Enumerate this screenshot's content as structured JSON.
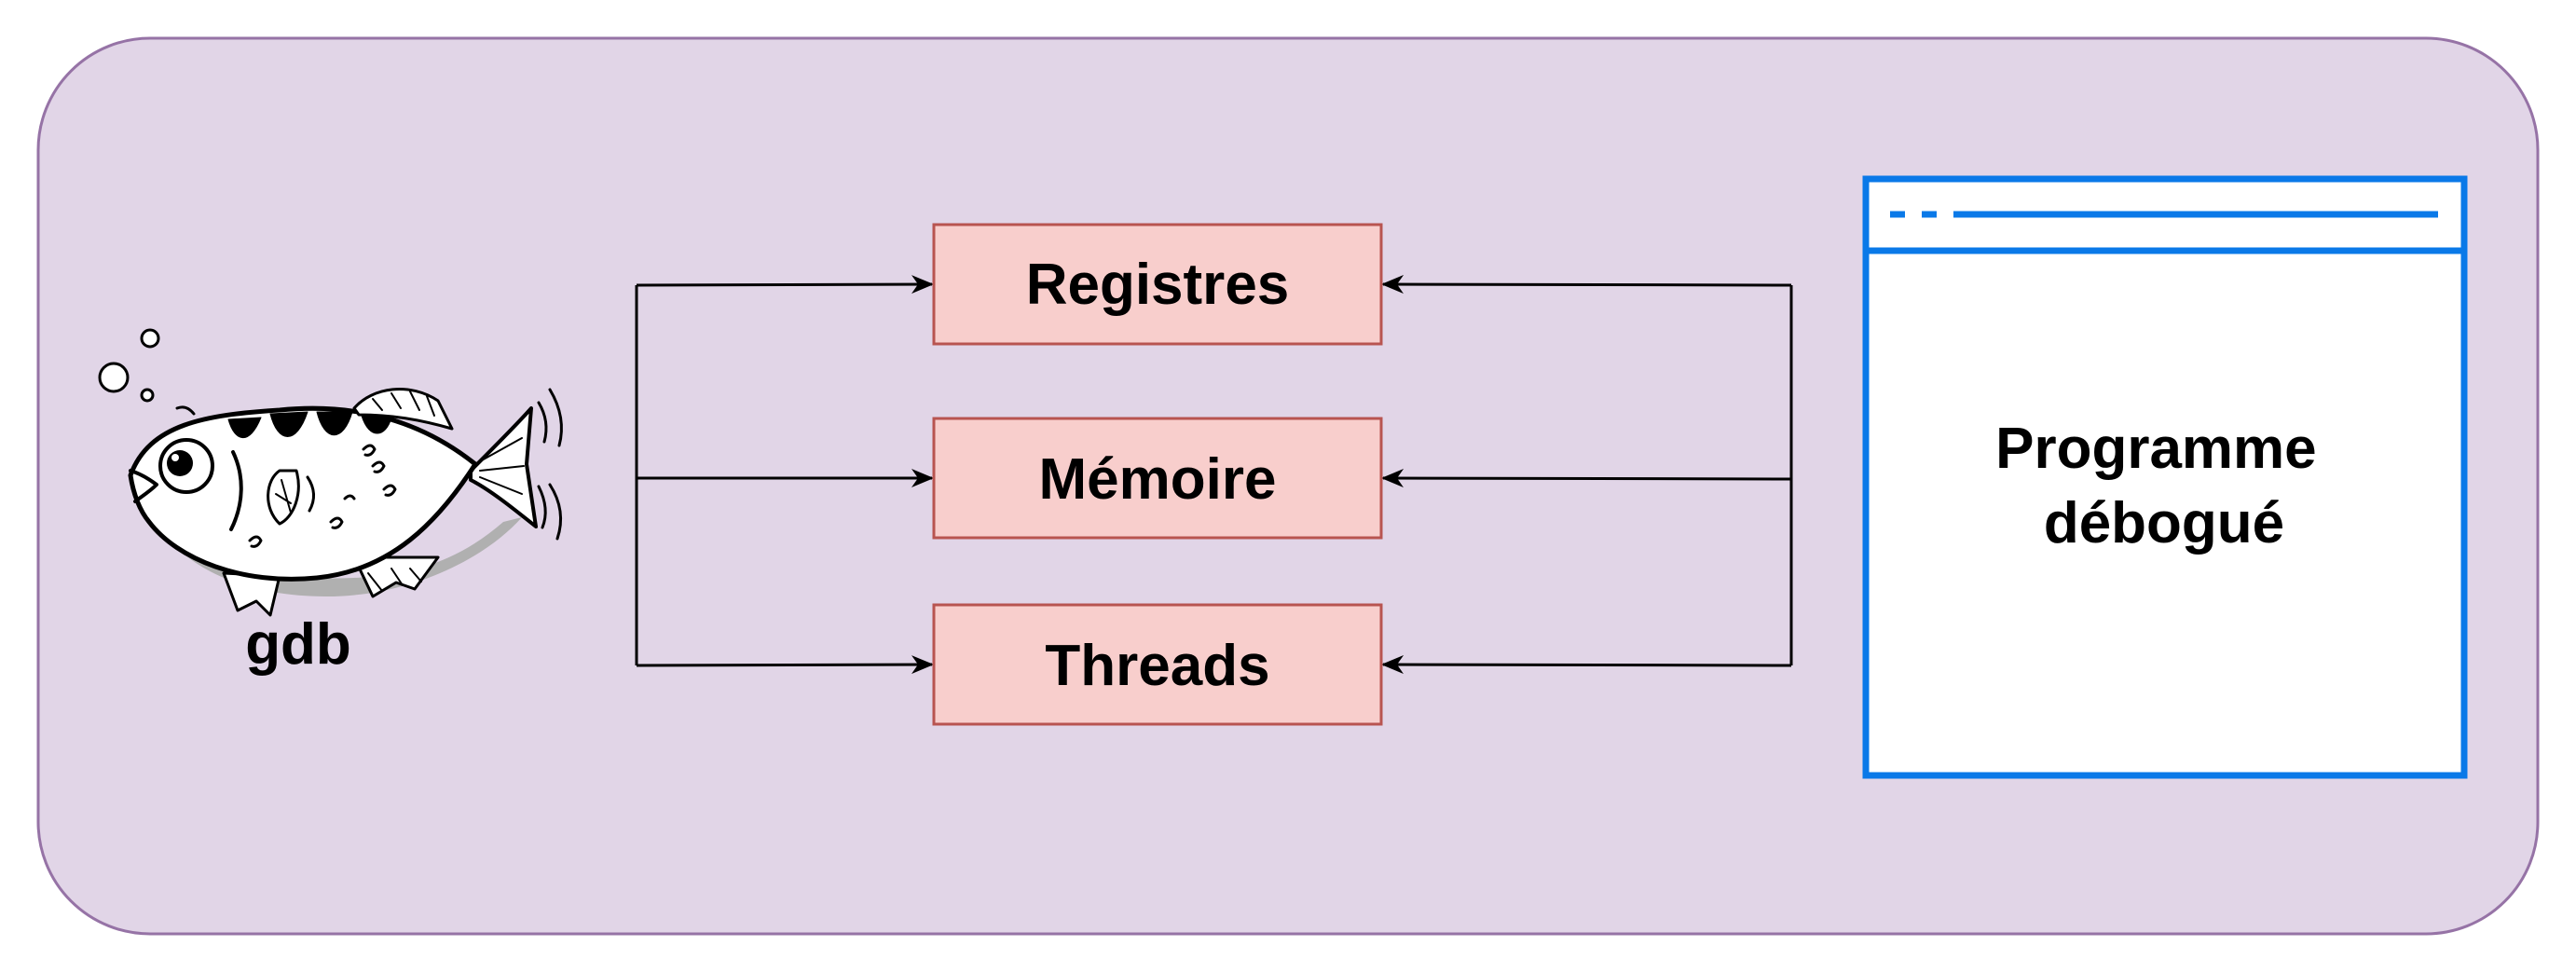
{
  "diagram": {
    "debugger": {
      "label": "gdb",
      "icon": "gdb-archerfish-icon"
    },
    "resources": [
      {
        "id": "registers",
        "label": "Registres"
      },
      {
        "id": "memory",
        "label": "Mémoire"
      },
      {
        "id": "threads",
        "label": "Threads"
      }
    ],
    "target": {
      "label_lines": [
        "Programme",
        "débogué"
      ],
      "icon": "program-window-icon"
    },
    "colors": {
      "container_fill": "#e1d5e7",
      "container_stroke": "#9673a6",
      "resource_fill": "#f8cecc",
      "resource_stroke": "#b85450",
      "window_stroke": "#0a79e8",
      "arrow_stroke": "#000000"
    }
  }
}
